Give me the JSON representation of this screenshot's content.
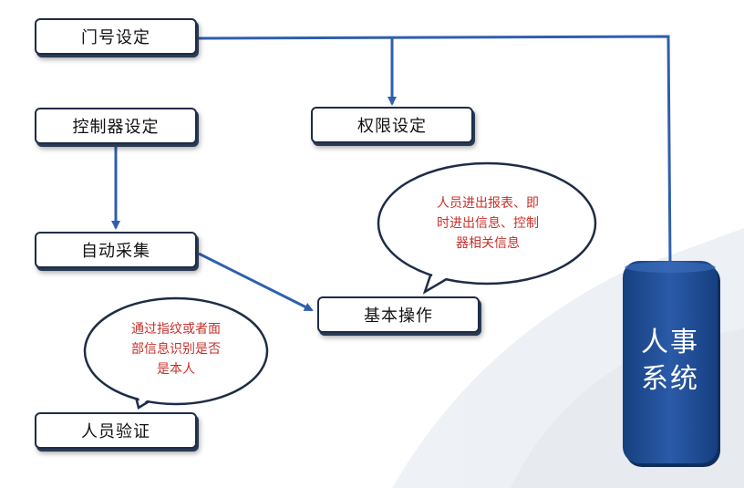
{
  "nodes": {
    "door_setup": "门号设定",
    "controller_setup": "控制器设定",
    "permission_setup": "权限设定",
    "auto_collect": "自动采集",
    "basic_ops": "基本操作",
    "person_verify": "人员验证",
    "hr_system_line1": "人事",
    "hr_system_line2": "系统"
  },
  "callouts": {
    "report_line1": "人员进出报表、即",
    "report_line2": "时进出信息、控制",
    "report_line3": "器相关信息",
    "verify_line1": "通过指纹或者面",
    "verify_line2": "部信息识别是否",
    "verify_line3": "是本人"
  },
  "colors": {
    "arrow": "#2f5fae",
    "box_border": "#1e2c46",
    "pillar": "#1f4f9a",
    "callout_text": "#c8302b"
  }
}
